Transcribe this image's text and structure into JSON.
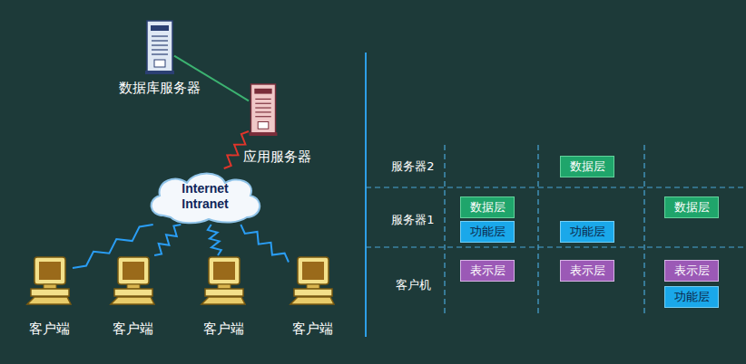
{
  "diagram": {
    "nodes": [
      {
        "text": [
          "数据库服务器"
        ]
      },
      {
        "text": [
          "应用服务器"
        ]
      },
      {
        "text": [
          "Internet Intranet"
        ]
      },
      {
        "text": [
          "客户端"
        ]
      },
      {
        "text": [
          "客户端"
        ]
      },
      {
        "text": [
          "客户端"
        ]
      },
      {
        "text": [
          "客户端"
        ]
      },
      {
        "text": [
          "数据层"
        ]
      },
      {
        "text": [
          "数据层"
        ]
      },
      {
        "text": [
          "数据层"
        ]
      },
      {
        "text": [
          "功能层"
        ]
      },
      {
        "text": [
          "功能层"
        ]
      },
      {
        "text": [
          "表示层"
        ]
      },
      {
        "text": [
          "表示层"
        ]
      },
      {
        "text": [
          "表示层"
        ]
      },
      {
        "text": [
          "功能层"
        ]
      }
    ],
    "edges": [
      {
        "from": 0,
        "to": 1,
        "arrow": "none"
      },
      {
        "from": 1,
        "to": 2,
        "arrow": "none"
      },
      {
        "from": 2,
        "to": 3,
        "arrow": "none"
      },
      {
        "from": 2,
        "to": 4,
        "arrow": "none"
      },
      {
        "from": 2,
        "to": 5,
        "arrow": "none"
      },
      {
        "from": 2,
        "to": 6,
        "arrow": "none"
      }
    ],
    "labels": [
      "服务器2",
      "服务器1",
      "客户机"
    ]
  }
}
